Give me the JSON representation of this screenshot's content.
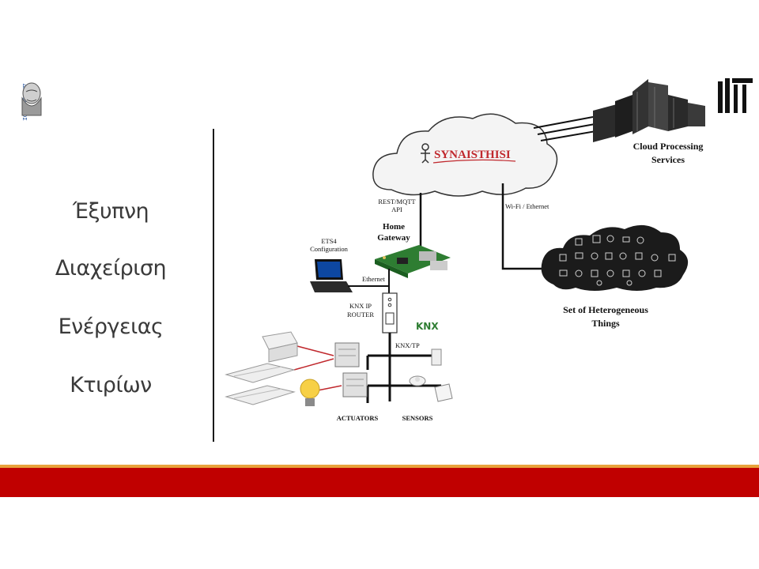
{
  "slide": {
    "title_lines": [
      "Έξυπνη",
      "Διαχείριση",
      "Ενέργειας",
      "Κτιρίων"
    ]
  },
  "logos": {
    "left": {
      "text": "ΔΗΜΟΚΡΙΤΟΣ",
      "icon": "democritus-bust-icon"
    },
    "right": {
      "icon": "institute-logo-icon"
    }
  },
  "diagram": {
    "cloud_brand": "SYNAISTHISI",
    "cloud_services": [
      "Cloud Processing",
      "Services"
    ],
    "rest_api": [
      "REST/MQTT",
      "API"
    ],
    "wifi": "Wi-Fi / Ethernet",
    "gateway": [
      "Home",
      "Gateway"
    ],
    "ets4": [
      "ETS4",
      "Configuration"
    ],
    "ethernet": "Ethernet",
    "knx_router": [
      "KNX IP",
      "ROUTER"
    ],
    "knx_logo": "KNX",
    "knx_tp": "KNX/TP",
    "things": [
      "Set of Heterogeneous",
      "Things"
    ],
    "actuators": "ACTUATORS",
    "sensors": "SENSORS"
  },
  "colors": {
    "footer_red": "#c00000",
    "footer_orange": "#e8a23b",
    "brand_red": "#c0282d"
  }
}
